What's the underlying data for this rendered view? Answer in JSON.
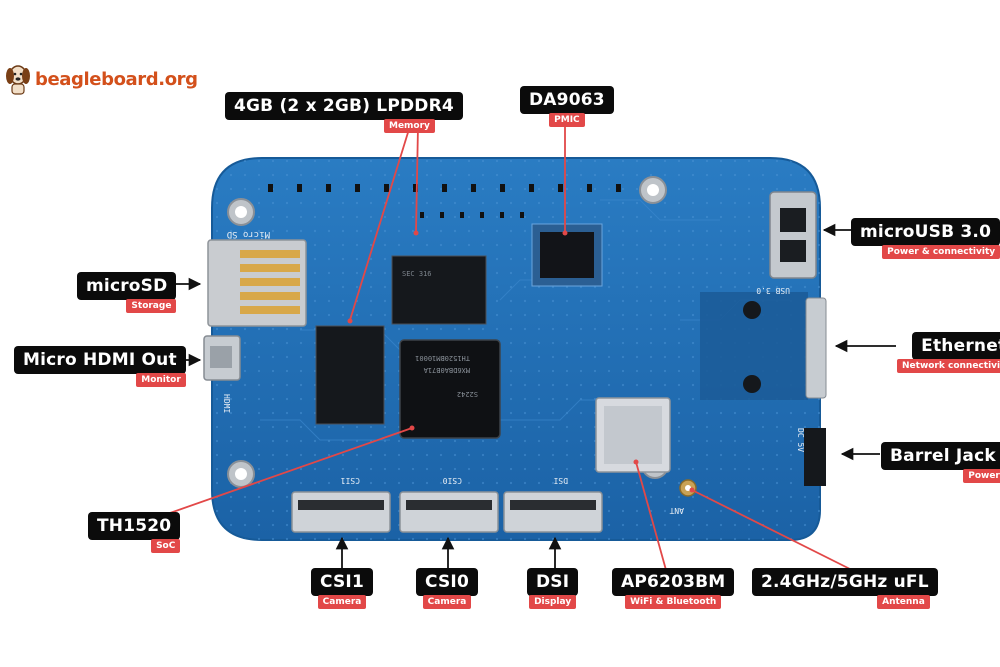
{
  "logo": {
    "text": "beagleboard.org",
    "icon": "beagle-dog-icon",
    "color": "#d3501b"
  },
  "board": {
    "pcb_color": "#1f6fb6",
    "silkscreen": {
      "micro_sd": "Micro SD",
      "usb": "USB 3.0",
      "hdmi": "HDMI",
      "csi1": "CSI1",
      "csi0": "CSI0",
      "dsi": "DSI",
      "dc": "DC 5V",
      "ant": "ANT"
    },
    "chip_markings": {
      "soc_line1": "TH1520BM10001",
      "soc_line2": "MX6DBA0B71A",
      "soc_line3": "S2242",
      "mem_line": "SEC 316"
    }
  },
  "callouts": {
    "memory": {
      "title": "4GB (2 x 2GB) LPDDR4",
      "sub": "Memory"
    },
    "pmic": {
      "title": "DA9063",
      "sub": "PMIC"
    },
    "microusb": {
      "title": "microUSB 3.0",
      "sub": "Power & connectivity"
    },
    "microsd": {
      "title": "microSD",
      "sub": "Storage"
    },
    "hdmi": {
      "title": "Micro HDMI Out",
      "sub": "Monitor"
    },
    "ethernet": {
      "title": "Ethernet",
      "sub": "Network connectivity"
    },
    "barrel": {
      "title": "Barrel Jack",
      "sub": "Power"
    },
    "soc": {
      "title": "TH1520",
      "sub": "SoC"
    },
    "csi1": {
      "title": "CSI1",
      "sub": "Camera"
    },
    "csi0": {
      "title": "CSI0",
      "sub": "Camera"
    },
    "dsi": {
      "title": "DSI",
      "sub": "Display"
    },
    "wifi": {
      "title": "AP6203BM",
      "sub": "WiFi & Bluetooth"
    },
    "antenna": {
      "title": "2.4GHz/5GHz uFL",
      "sub": "Antenna"
    }
  },
  "colors": {
    "arrow_red": "#e24848",
    "arrow_black": "#111111",
    "label_bg": "#0b0b0b",
    "sub_bg": "#e24848"
  }
}
